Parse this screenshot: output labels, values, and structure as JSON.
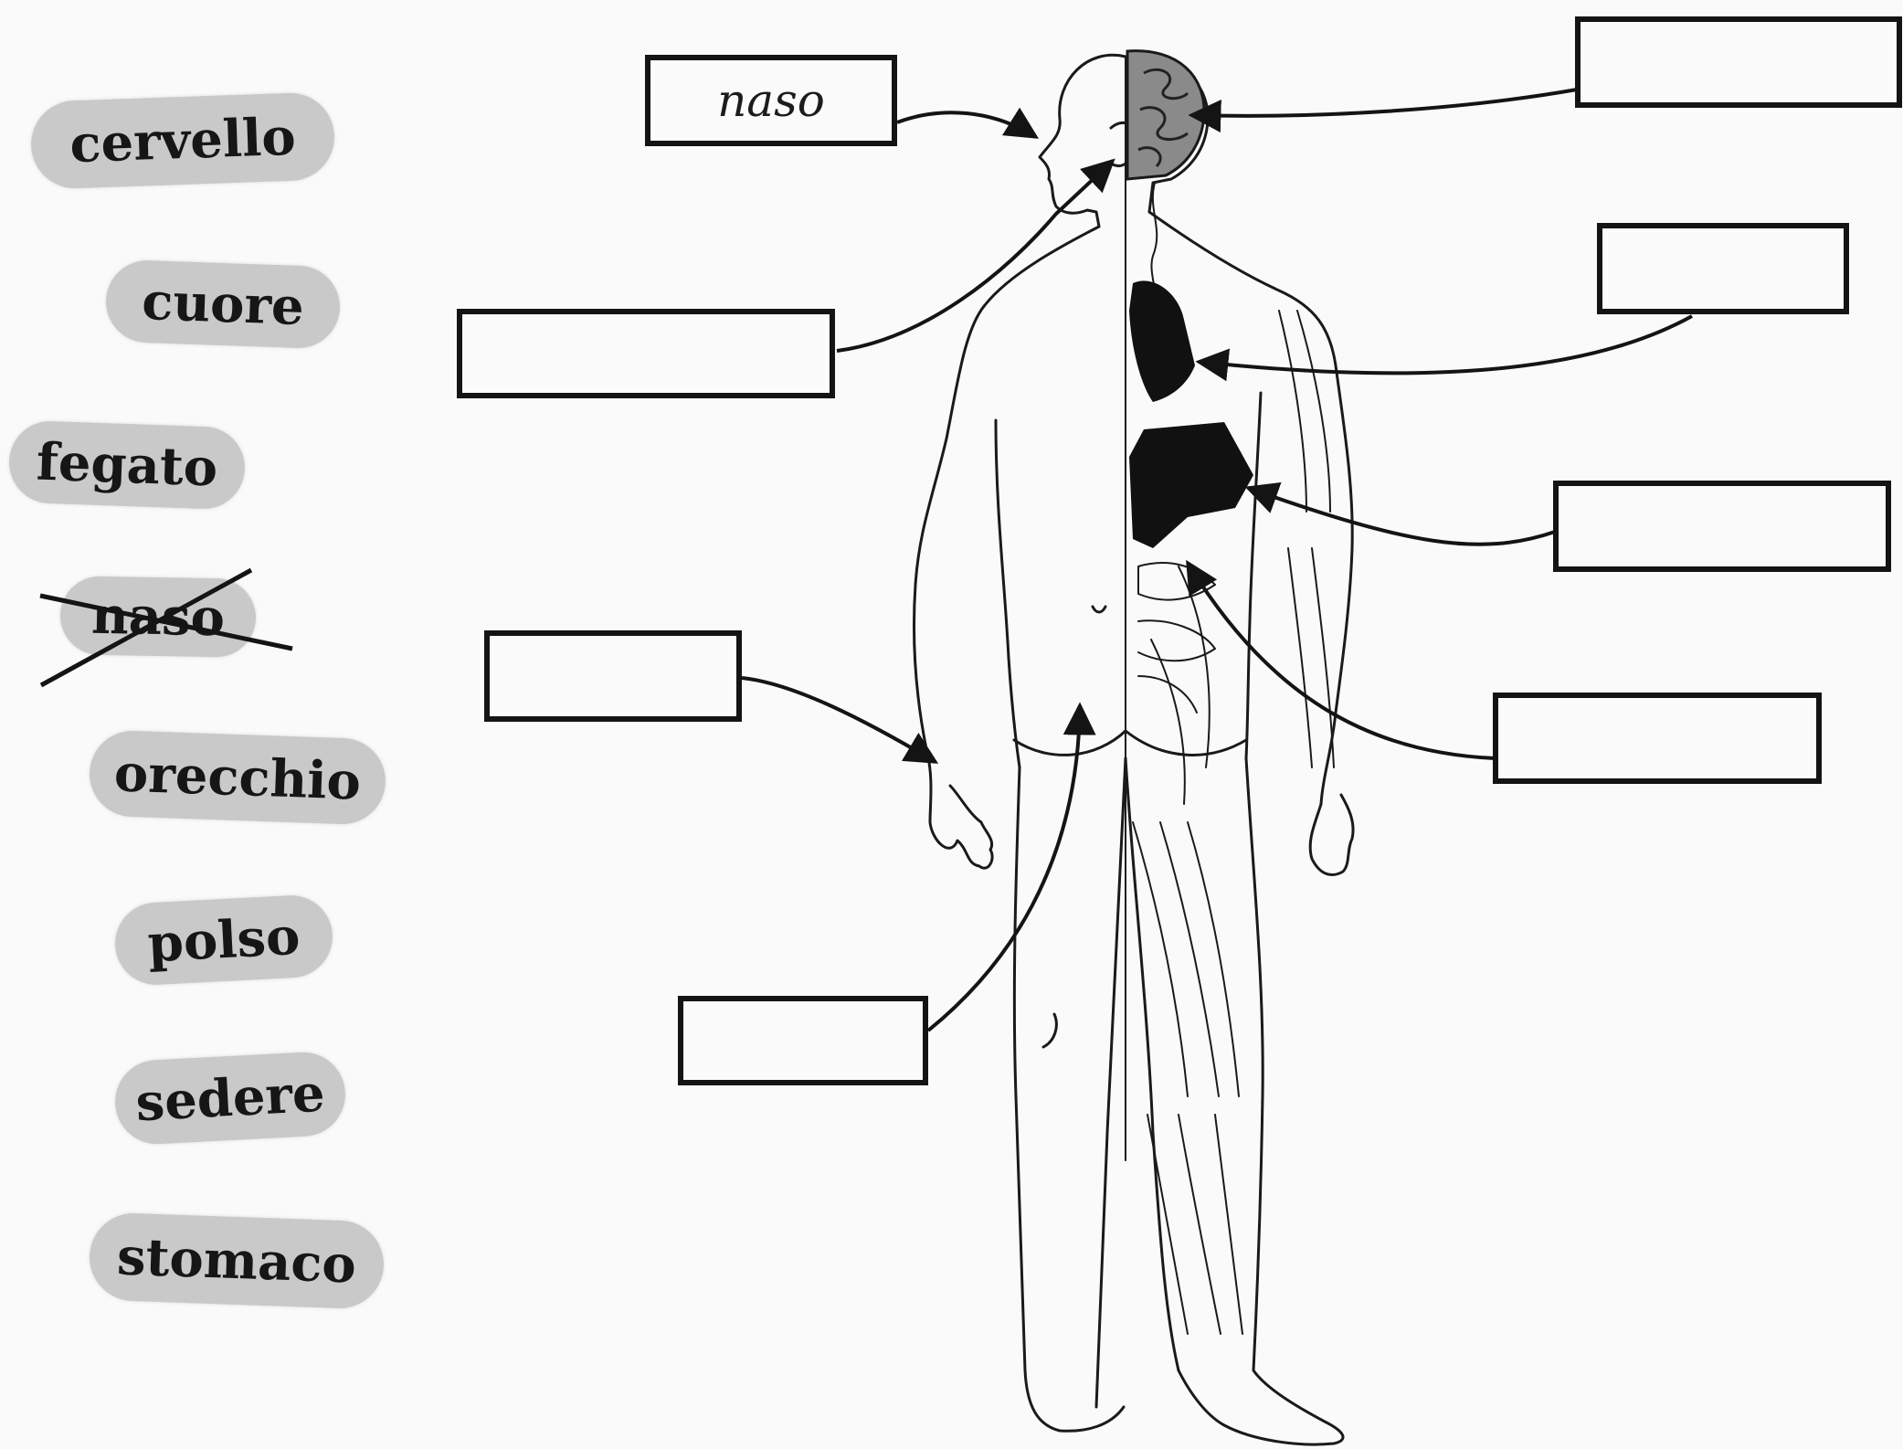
{
  "word_bank": {
    "words": [
      {
        "label": "cervello",
        "used": false
      },
      {
        "label": "cuore",
        "used": false
      },
      {
        "label": "fegato",
        "used": false
      },
      {
        "label": "naso",
        "used": true
      },
      {
        "label": "orecchio",
        "used": false
      },
      {
        "label": "polso",
        "used": false
      },
      {
        "label": "sedere",
        "used": false
      },
      {
        "label": "stomaco",
        "used": false
      }
    ]
  },
  "answer_boxes": [
    {
      "id": "nose",
      "value": "naso"
    },
    {
      "id": "ear",
      "value": ""
    },
    {
      "id": "wrist",
      "value": ""
    },
    {
      "id": "buttocks",
      "value": ""
    },
    {
      "id": "brain",
      "value": ""
    },
    {
      "id": "heart",
      "value": ""
    },
    {
      "id": "liver",
      "value": ""
    },
    {
      "id": "stomach",
      "value": ""
    }
  ],
  "colors": {
    "chip_background": "#c9c9c9",
    "ink": "#141414",
    "brain_fill": "#8a8a8a",
    "organ_fill": "#111111"
  }
}
